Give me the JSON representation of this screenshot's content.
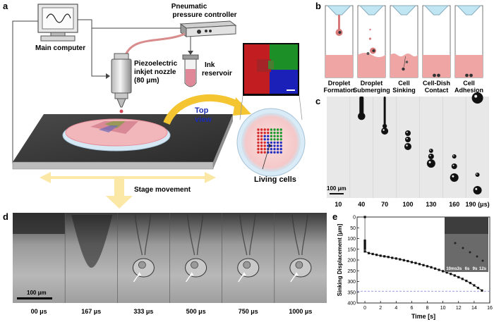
{
  "panels": {
    "a": {
      "label": "a",
      "main_computer": "Main computer",
      "pressure_line1": "Pneumatic",
      "pressure_line2": "pressure controller",
      "nozzle_line1": "Piezoelectric",
      "nozzle_line2": "inkjet nozzle",
      "nozzle_line3": "(80 μm)",
      "ink_line1": "Ink",
      "ink_line2": "reservoir",
      "top_view_line1": "Top",
      "top_view_line2": "view",
      "stage_movement": "Stage movement",
      "living_cells": "Living cells"
    },
    "b": {
      "label": "b",
      "stages": [
        {
          "line1": "Droplet",
          "line2": "Formation"
        },
        {
          "line1": "Droplet",
          "line2": "Submerging"
        },
        {
          "line1": "Cell",
          "line2": "Sinking"
        },
        {
          "line1": "Cell-Dish",
          "line2": "Contact"
        },
        {
          "line1": "Cell",
          "line2": "Adhesion"
        }
      ]
    },
    "c": {
      "label": "c",
      "scale_bar": "100 μm",
      "time_labels": [
        "10",
        "40",
        "70",
        "100",
        "130",
        "160",
        "190 (μs)"
      ]
    },
    "d": {
      "label": "d",
      "scale_bar": "100 μm",
      "time_labels": [
        "00 μs",
        "167 μs",
        "333 μs",
        "500 μs",
        "750  μs",
        "1000 μs"
      ]
    },
    "e": {
      "label": "e",
      "inset_labels": [
        "10ms",
        "3s",
        "6s",
        "9s",
        "12s"
      ]
    }
  },
  "chart_data": {
    "type": "scatter",
    "xlabel": "Time [s]",
    "ylabel": "Sinking Displacement [μm]",
    "xlim": [
      -1,
      16
    ],
    "ylim": [
      400,
      0
    ],
    "y_inverted": true,
    "xticks": [
      0,
      2,
      4,
      6,
      8,
      10,
      12,
      14,
      16
    ],
    "yticks": [
      0,
      50,
      100,
      150,
      200,
      250,
      300,
      350,
      400
    ],
    "grid": false,
    "reference_line": {
      "y": 345,
      "style": "dashed",
      "color": "#7b7bd6"
    },
    "series": [
      {
        "x": [
          0,
          0,
          0,
          0,
          0,
          0,
          0,
          0,
          0.5,
          1,
          1.5,
          2,
          2.5,
          3,
          3.5,
          4,
          4.5,
          5,
          5.5,
          6,
          6.5,
          7,
          7.5,
          8,
          8.5,
          9,
          9.5,
          10,
          10.5,
          11,
          11.5,
          12,
          12.5,
          13,
          13.5,
          14,
          14.5,
          15
        ],
        "y": [
          0,
          110,
          118,
          125,
          132,
          140,
          148,
          160,
          168,
          172,
          176,
          180,
          183,
          186,
          190,
          193,
          197,
          201,
          205,
          210,
          214,
          219,
          224,
          229,
          234,
          240,
          246,
          252,
          258,
          265,
          272,
          280,
          288,
          297,
          307,
          318,
          330,
          342
        ]
      }
    ]
  }
}
